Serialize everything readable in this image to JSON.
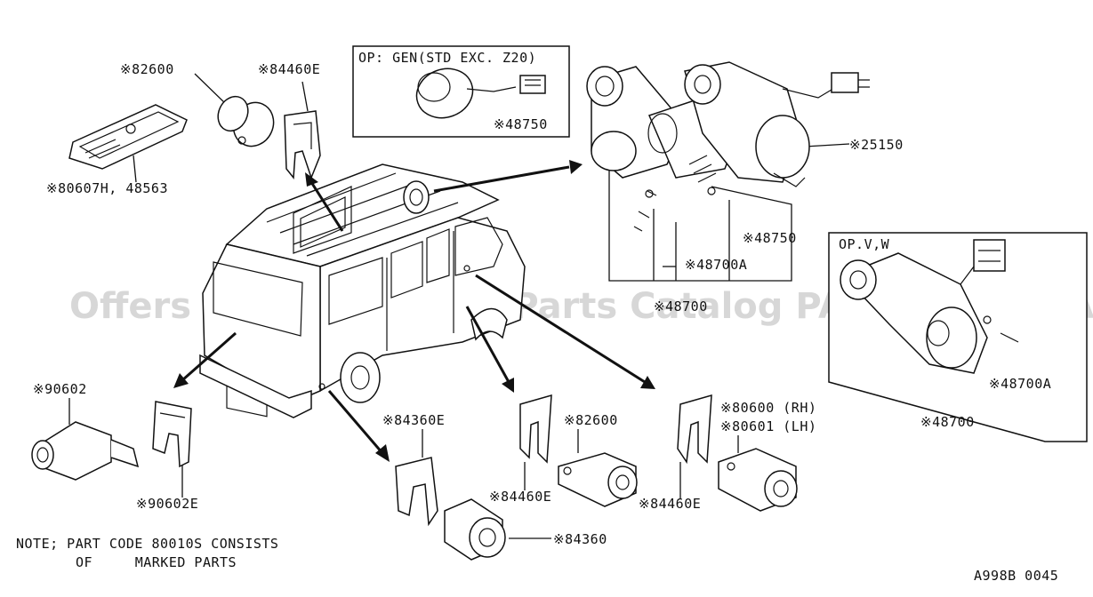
{
  "labels": {
    "p82600_top": "※82600",
    "p84460e_top": "※84460E",
    "p80607h": "※80607H, 48563",
    "op_gen": "OP: GEN(STD EXC. Z20)",
    "p48750_box": "※48750",
    "p25150": "※25150",
    "p48750_right": "※48750",
    "p48700a_mid": "※48700A",
    "p48700_mid": "※48700",
    "op_pvw": "OP.V,W",
    "p48700a_right": "※48700A",
    "p48700_right": "※48700",
    "p90602": "※90602",
    "p90602e": "※90602E",
    "p84360e": "※84360E",
    "p82600_bottom": "※82600",
    "p84460e_mid": "※84460E",
    "p80600": "※80600 (RH)",
    "p80601": "※80601 (LH)",
    "p84460e_right": "※84460E",
    "p84360": "※84360"
  },
  "note": {
    "line1": "NOTE; PART CODE 80010S CONSISTS",
    "line2": "OF     MARKED PARTS"
  },
  "diagram_code": "A998B 0045",
  "watermark": "Offers Merchant Auto Parts Catalog PARTSTORE.SA"
}
